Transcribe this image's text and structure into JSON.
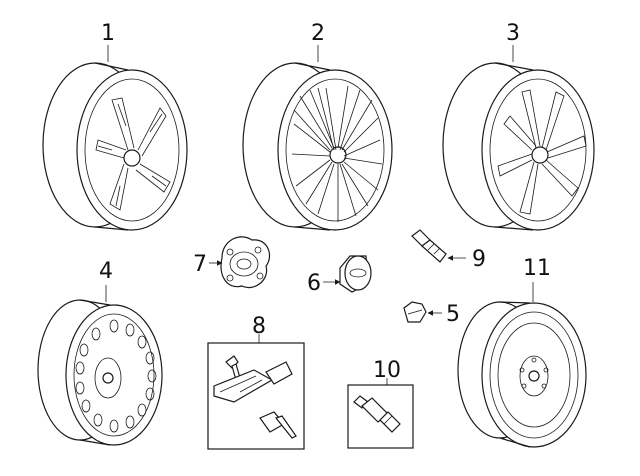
{
  "diagram": {
    "background": "#ffffff",
    "line_color": "#1a1a1a",
    "callouts": [
      {
        "id": "c1",
        "label": "1"
      },
      {
        "id": "c2",
        "label": "2"
      },
      {
        "id": "c3",
        "label": "3"
      },
      {
        "id": "c4",
        "label": "4"
      },
      {
        "id": "c5",
        "label": "5"
      },
      {
        "id": "c6",
        "label": "6"
      },
      {
        "id": "c7",
        "label": "7"
      },
      {
        "id": "c8",
        "label": "8"
      },
      {
        "id": "c9",
        "label": "9"
      },
      {
        "id": "c10",
        "label": "10"
      },
      {
        "id": "c11",
        "label": "11"
      }
    ]
  }
}
